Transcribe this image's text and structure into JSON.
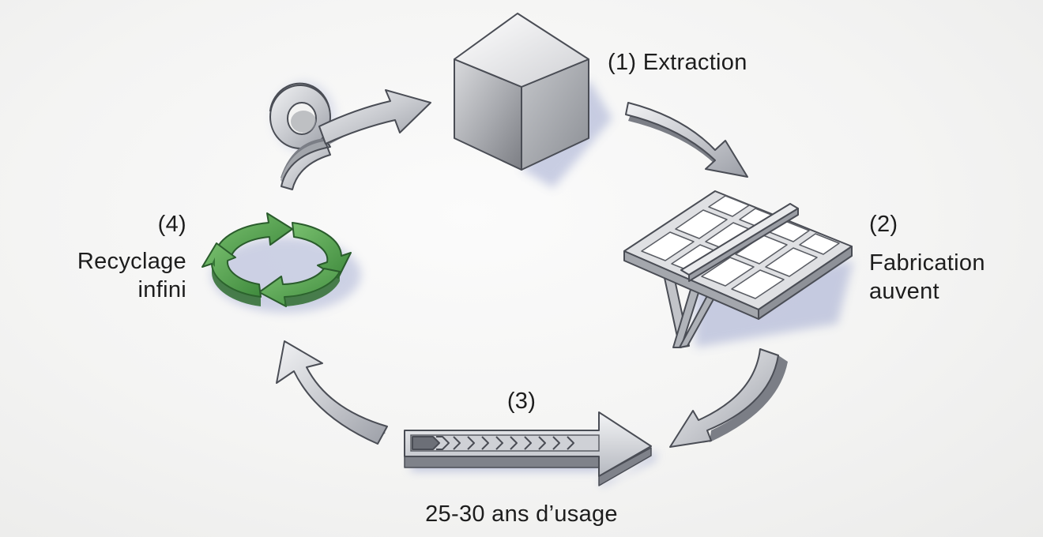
{
  "stages": {
    "extraction": {
      "number": "(1)",
      "title": "Extraction"
    },
    "fabrication": {
      "number": "(2)",
      "title_line1": "Fabrication",
      "title_line2": "auvent"
    },
    "usage": {
      "number": "(3)",
      "caption": "25-30 ans d’usage"
    },
    "recyclage": {
      "number": "(4)",
      "title_line1": "Recyclage",
      "title_line2": "infini"
    }
  },
  "colors": {
    "metal_light": "#e8e9ec",
    "metal_mid": "#b9bbc1",
    "metal_dark": "#7d8088",
    "outline": "#4a4d55",
    "shadow_blue": "#9aa6d6",
    "recycle_green": "#4f9a4c",
    "recycle_green_dark": "#2f6d30"
  },
  "icons": [
    "metal-cube-icon",
    "canopy-frame-icon",
    "progress-arrow-icon",
    "recycle-icon",
    "coil-arrow-icon"
  ]
}
